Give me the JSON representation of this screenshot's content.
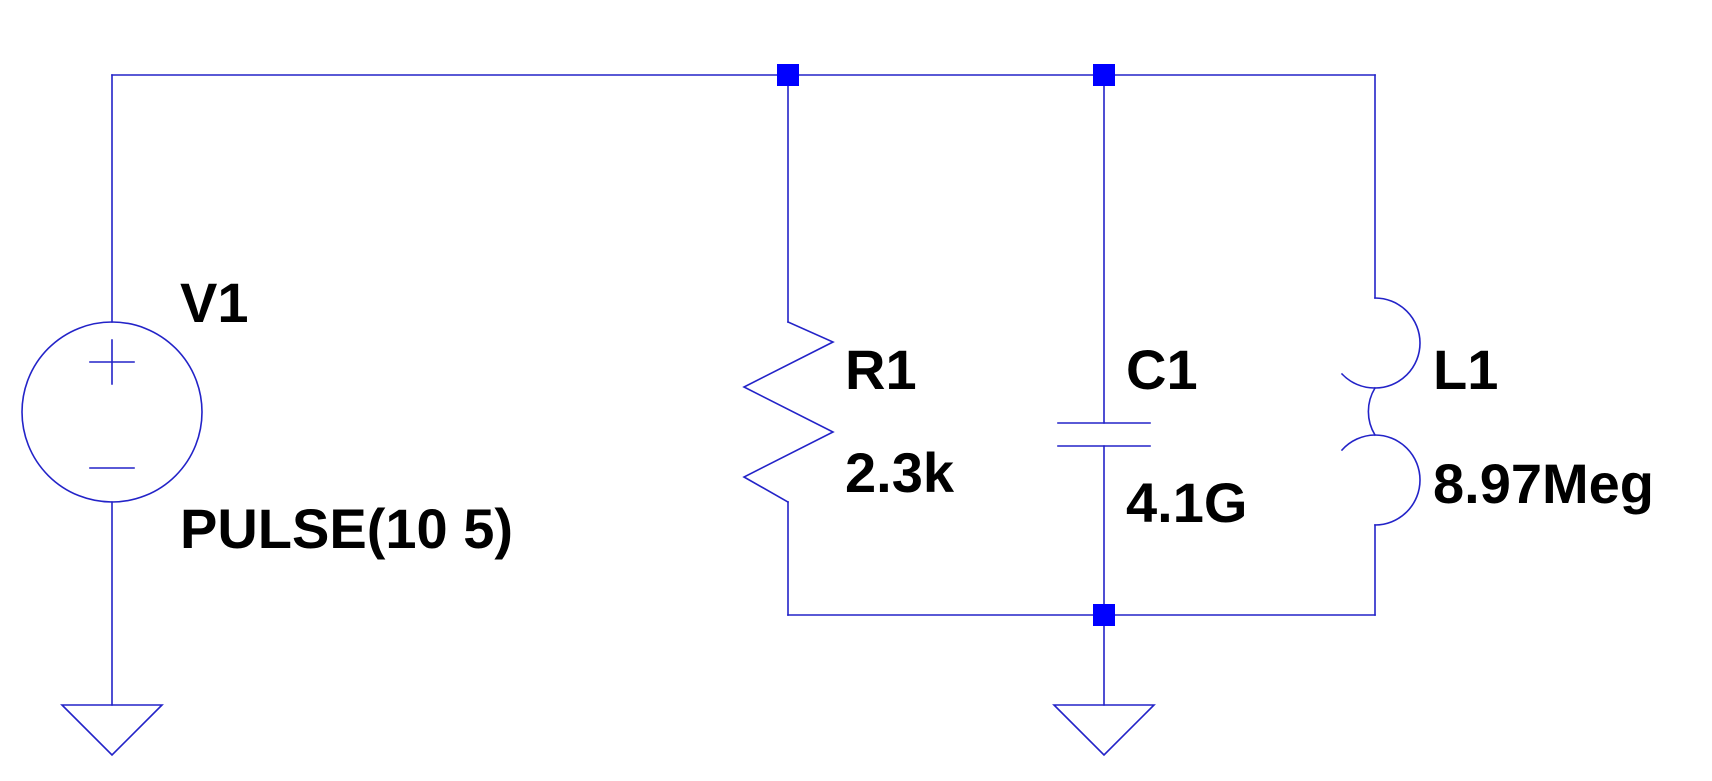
{
  "colors": {
    "wire": "#2323c8",
    "junction": "#0000ff",
    "text": "#000000",
    "background": "#ffffff"
  },
  "components": {
    "v1": {
      "name": "V1",
      "value": "PULSE(10 5)",
      "symbol": "voltage-source-icon"
    },
    "r1": {
      "name": "R1",
      "value": "2.3k",
      "symbol": "resistor-icon"
    },
    "c1": {
      "name": "C1",
      "value": "4.1G",
      "symbol": "capacitor-icon"
    },
    "l1": {
      "name": "L1",
      "value": "8.97Meg",
      "symbol": "inductor-icon"
    }
  },
  "grounds": [
    "ground-icon",
    "ground-icon"
  ]
}
